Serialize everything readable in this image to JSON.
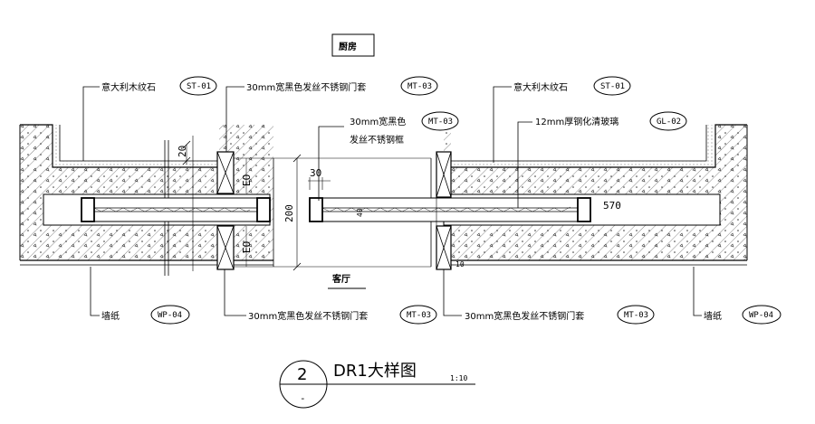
{
  "rooms": {
    "kitchen": "厨房",
    "living": "客厅"
  },
  "labels": {
    "marble_left": "意大利木纹石",
    "marble_right": "意大利木纹石",
    "tag_st01_left": "ST-01",
    "tag_st01_right": "ST-01",
    "door_frame_top_left": "30mm宽黑色发丝不锈钢门套",
    "tag_mt03_top": "MT-03",
    "door_frame_mid_line1": "30mm宽黑色",
    "door_frame_mid_line2": "发丝不锈钢框",
    "tag_mt03_mid": "MT-03",
    "glass": "12mm厚钢化清玻璃",
    "tag_gl02": "GL-02",
    "wallpaper_left": "墙纸",
    "tag_wp04_left": "WP-04",
    "door_frame_bottom_left": "30mm宽黑色发丝不锈钢门套",
    "tag_mt03_bottom_left": "MT-03",
    "door_frame_bottom_right": "30mm宽黑色发丝不锈钢门套",
    "tag_mt03_bottom_right": "MT-03",
    "wallpaper_right": "墙纸",
    "tag_wp04_right": "WP-04"
  },
  "dimensions": {
    "d20": "20",
    "d30": "30",
    "d200": "200",
    "d570": "570",
    "d40": "40",
    "d10": "10",
    "e0_top": "EO",
    "e0_bottom": "EO"
  },
  "title_block": {
    "number": "2",
    "sheet": "-",
    "name": "DR1大样图",
    "scale": "1:10"
  }
}
